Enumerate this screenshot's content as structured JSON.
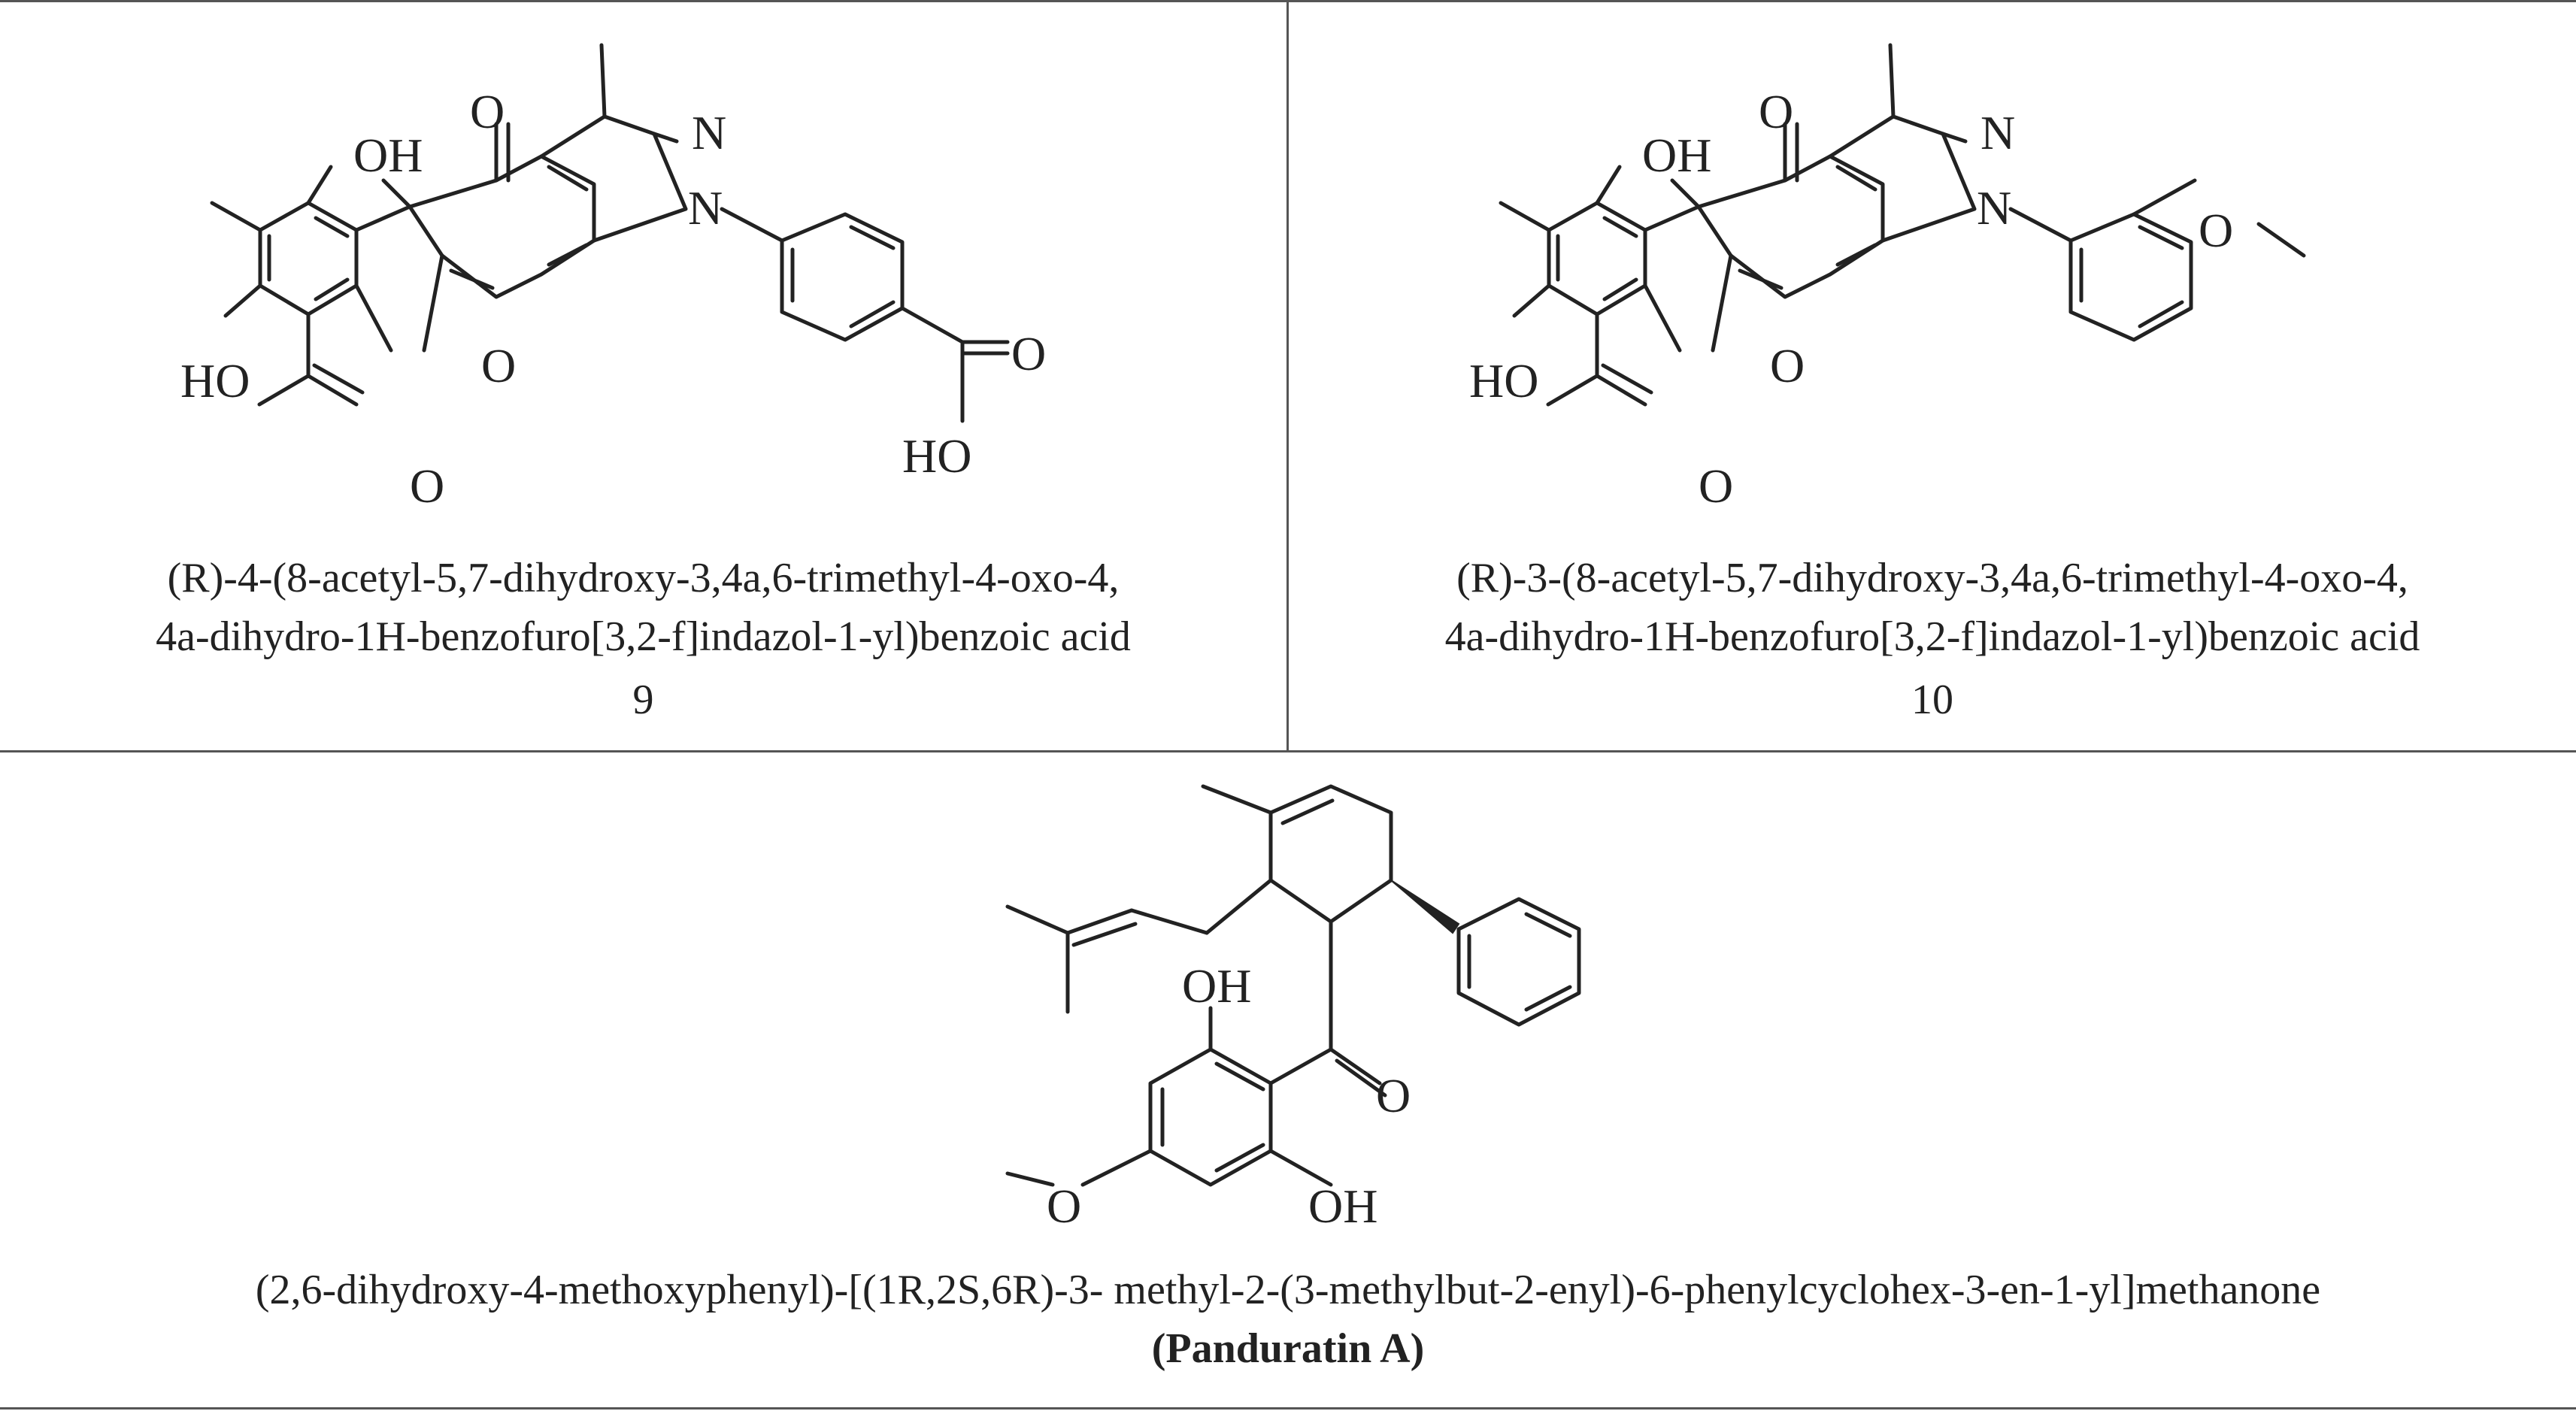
{
  "compounds": [
    {
      "name_line1": "(R)-4-(8-acetyl-5,7-dihydroxy-3,4a,6-trimethyl-4-oxo-4,",
      "name_line2": "4a-dihydro-1H-benzofuro[3,2-f]indazol-1-yl)benzoic acid",
      "number": "9",
      "atom_labels": {
        "oh_top": "OH",
        "ho_left": "HO",
        "o_ring": "O",
        "o_keto": "O",
        "n1": "N",
        "n2": "N",
        "o_acetyl": "O",
        "acid_o": "O",
        "acid_ho": "HO"
      }
    },
    {
      "name_line1": "(R)-3-(8-acetyl-5,7-dihydroxy-3,4a,6-trimethyl-4-oxo-4,",
      "name_line2": "4a-dihydro-1H-benzofuro[3,2-f]indazol-1-yl)benzoic acid",
      "number": "10",
      "atom_labels": {
        "oh_top": "OH",
        "ho_left": "HO",
        "o_ring": "O",
        "o_keto": "O",
        "n1": "N",
        "n2": "N",
        "o_acetyl": "O",
        "o_methoxy": "O"
      }
    },
    {
      "name_line1": "(2,6-dihydroxy-4-methoxyphenyl)-[(1R,2S,6R)-3- methyl-2-(3-methylbut-2-enyl)-6-phenylcyclohex-3-en-1-yl]methanone",
      "name_bold": "(Panduratin A)",
      "atom_labels": {
        "oh_top": "OH",
        "oh_bottom": "OH",
        "o_keto": "O",
        "o_methoxy": "O"
      }
    }
  ]
}
